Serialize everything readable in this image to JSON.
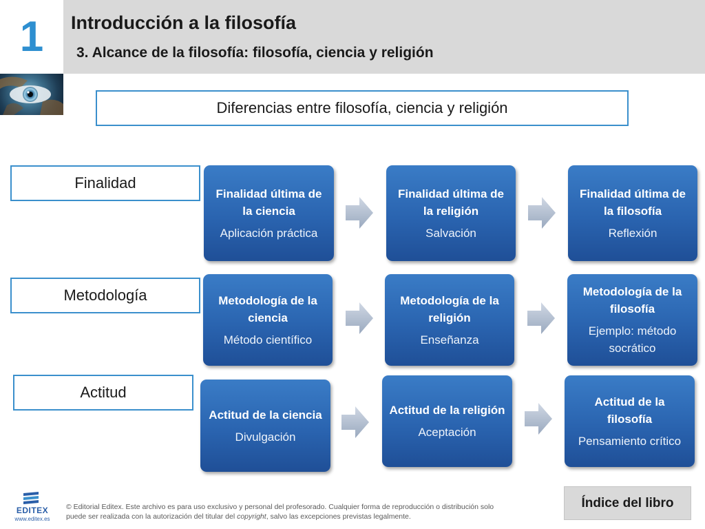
{
  "header": {
    "chapter_number": "1",
    "title": "Introducción a la filosofía",
    "subtitle": "3. Alcance de la filosofía: filosofía, ciencia y religión"
  },
  "main_title": "Diferencias entre filosofía, ciencia y religión",
  "rows": [
    {
      "label": "Finalidad",
      "cards": [
        {
          "heading": "Finalidad última de la ciencia",
          "body": "Aplicación práctica"
        },
        {
          "heading": "Finalidad última de la religión",
          "body": "Salvación"
        },
        {
          "heading": "Finalidad última de la filosofía",
          "body": "Reflexión"
        }
      ]
    },
    {
      "label": "Metodología",
      "cards": [
        {
          "heading": "Metodología de la ciencia",
          "body": "Método científico"
        },
        {
          "heading": "Metodología de la religión",
          "body": "Enseñanza"
        },
        {
          "heading": "Metodología de la filosofía",
          "body": "Ejemplo: método socrático"
        }
      ]
    },
    {
      "label": "Actitud",
      "cards": [
        {
          "heading": "Actitud de la ciencia",
          "body": "Divulgación"
        },
        {
          "heading": "Actitud de la religión",
          "body": "Aceptación"
        },
        {
          "heading": "Actitud de la filosofía",
          "body": "Pensamiento crítico"
        }
      ]
    }
  ],
  "footer": {
    "logo_text": "EDITEX",
    "logo_url": "www.editex.es",
    "note_part1": "© Editorial Editex. Este archivo es para uso exclusivo y personal del profesorado. Cualquier forma de reproducción o distribución solo puede ser realizada con la autorización del titular del ",
    "note_italic": "copyright",
    "note_part2": ", salvo las excepciones previstas legalmente.",
    "index_button": "Índice del libro"
  },
  "colors": {
    "accent_blue": "#3a8fcc",
    "card_blue": "#2a64b0",
    "header_gray": "#d9d9d9",
    "arrow_gray": "#b8c4d6"
  },
  "icons": {
    "arrow": "right-arrow-icon",
    "logo": "editex-logo-icon",
    "cover": "earth-eye-image"
  }
}
